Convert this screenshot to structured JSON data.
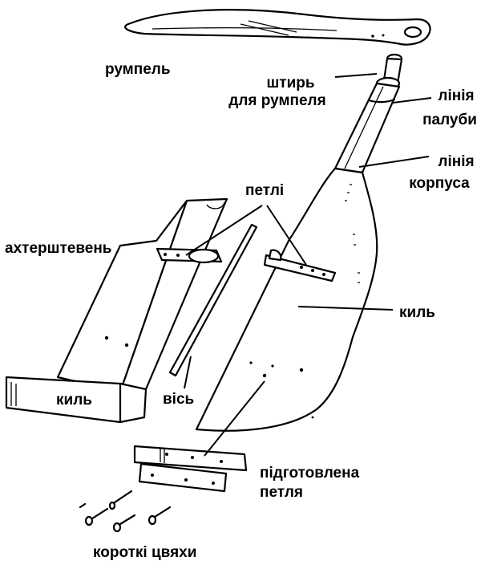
{
  "labels": {
    "tiller": "румпель",
    "tiller_pin_line1": "штирь",
    "tiller_pin_line2": "для румпеля",
    "deck_line_line1": "лінія",
    "deck_line_line2": "палуби",
    "hull_line_line1": "лінія",
    "hull_line_line2": "корпуса",
    "hinges": "петлі",
    "sternpost": "ахтерштевень",
    "keel_right": "киль",
    "keel_left": "киль",
    "axle": "вісь",
    "prepared_hinge_line1": "підготовлена",
    "prepared_hinge_line2": "петля",
    "short_nails": "короткі цвяхи"
  }
}
